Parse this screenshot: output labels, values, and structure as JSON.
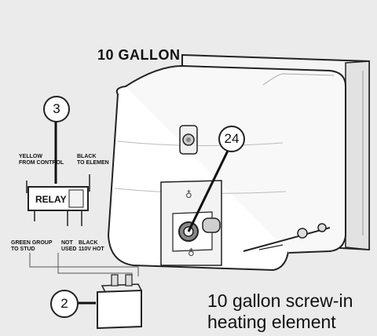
{
  "title": "10 GALLON",
  "callouts": {
    "relay_kit": "3",
    "heating_element": "24",
    "thermostat": "2"
  },
  "relay": {
    "label": "RELAY",
    "wires": {
      "yellow": "YELLOW\nFROM CONTROL",
      "black_element": "BLACK\nTO ELEMEN",
      "green": "GREEN GROUP\nTO STUD",
      "not_used": "NOT\nUSED",
      "black_hot": "BLACK\n110V HOT"
    }
  },
  "caption": "10 gallon screw-in\nheating element",
  "colors": {
    "background": "#ebebeb",
    "line": "#222222",
    "tank": "#ffffff"
  }
}
